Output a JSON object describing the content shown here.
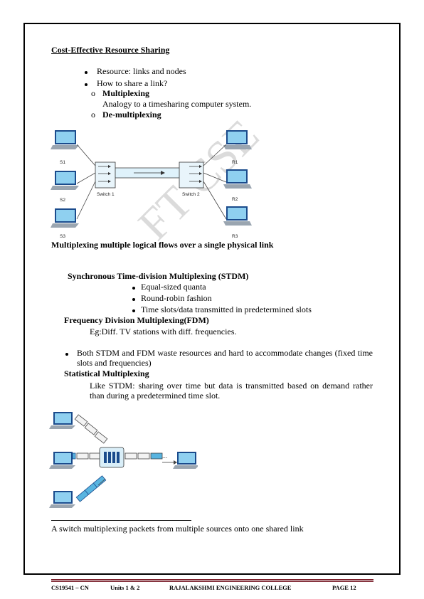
{
  "heading": "Cost-Effective Resource Sharing",
  "bullets": [
    "Resource: links and nodes",
    "How to share a link?"
  ],
  "sub": {
    "mux_title": "Multiplexing",
    "mux_desc": "Analogy to a timesharing computer system.",
    "demux_title": "De-multiplexing",
    "marker": "o"
  },
  "fig1": {
    "senders": [
      "S1",
      "S2",
      "S3"
    ],
    "receivers": [
      "R1",
      "R2",
      "R3"
    ],
    "switch1": "Switch 1",
    "switch2": "Switch 2",
    "caption": "Multiplexing multiple logical flows over a single physical link"
  },
  "stdm": {
    "title": "Synchronous Time-division Multiplexing (STDM)",
    "items": [
      "Equal-sized quanta",
      "Round-robin fashion",
      "Time slots/data transmitted in predetermined slots"
    ]
  },
  "fdm": {
    "title": "Frequency Division Multiplexing(FDM)",
    "example": "Eg:Diff. TV stations with diff. frequencies."
  },
  "waste": "Both STDM and FDM waste resources and hard to accommodate changes (fixed time slots and frequencies)",
  "statmux": {
    "title": "Statistical Multiplexing",
    "desc": "Like STDM: sharing over time but data is transmitted based on demand rather than during a predetermined time slot."
  },
  "fig2": {
    "ellipsis": "...",
    "caption": "A switch multiplexing packets from multiple sources onto one shared link"
  },
  "watermark": "FT CSE",
  "footer": {
    "code": "CS19541  – CN",
    "units": "Units 1 & 2",
    "college": "RAJALAKSHMI ENGINEERING COLLEGE",
    "page": "PAGE 12"
  }
}
